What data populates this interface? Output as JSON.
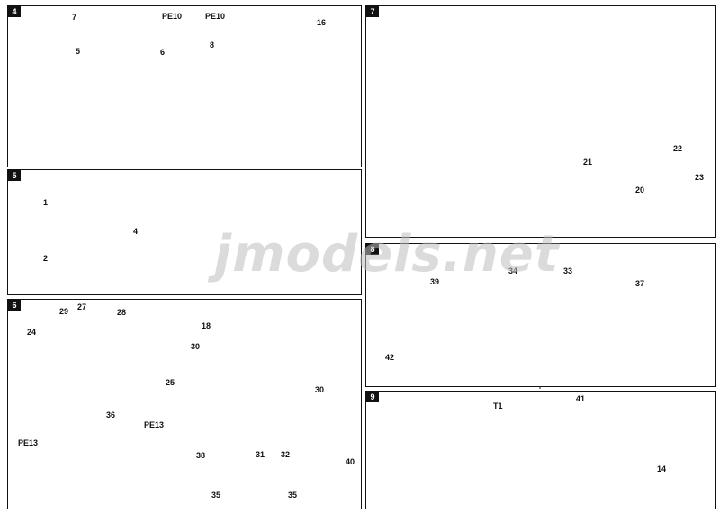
{
  "watermark": "jmodels.net",
  "steps": {
    "s4": {
      "tag": "4",
      "labels": {
        "l7": "7",
        "l5": "5",
        "pe10a": "PE10",
        "pe10b": "PE10",
        "l6": "6",
        "l8": "8",
        "l16": "16"
      }
    },
    "s5": {
      "tag": "5",
      "labels": {
        "l1": "1",
        "l2": "2",
        "l4": "4"
      }
    },
    "s6": {
      "tag": "6",
      "labels": {
        "l29": "29",
        "l27": "27",
        "l28": "28",
        "l24": "24",
        "l25": "25",
        "l18": "18",
        "l30a": "30",
        "l30b": "30",
        "l36": "36",
        "pe13a": "PE13",
        "pe13b": "PE13",
        "l38": "38",
        "l31": "31",
        "l35a": "35",
        "l32": "32",
        "l40": "40",
        "l35b": "35"
      }
    },
    "s7": {
      "tag": "7",
      "labels": {
        "l21": "21",
        "l22": "22",
        "l20": "20",
        "l23": "23"
      }
    },
    "s8": {
      "tag": "8",
      "labels": {
        "l39": "39",
        "l34": "34",
        "l33": "33",
        "l37": "37",
        "l42": "42"
      }
    },
    "s9": {
      "tag": "9",
      "labels": {
        "t1": "T1",
        "l41": "41",
        "l14": "14"
      }
    }
  }
}
